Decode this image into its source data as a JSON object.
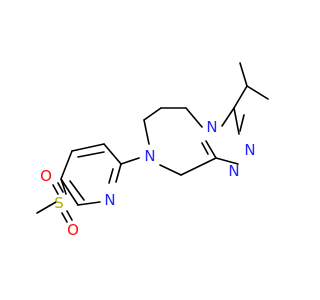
{
  "molecule": {
    "atoms": [
      {
        "name": "atom-n-pyridine",
        "symbol": "N",
        "color": "#2323ff"
      },
      {
        "name": "atom-n-piperazine",
        "symbol": "N",
        "color": "#2323ff"
      },
      {
        "name": "atom-n-triazole-bridge",
        "symbol": "N",
        "color": "#2323ff"
      },
      {
        "name": "atom-n-triazole-upper",
        "symbol": "N",
        "color": "#2323ff"
      },
      {
        "name": "atom-n-triazole-lower",
        "symbol": "N",
        "color": "#2323ff"
      },
      {
        "name": "atom-s-sulfonyl",
        "symbol": "S",
        "color": "#b2b200"
      },
      {
        "name": "atom-o-sulfonyl-top",
        "symbol": "O",
        "color": "#ff0d0d"
      },
      {
        "name": "atom-o-sulfonyl-bottom",
        "symbol": "O",
        "color": "#ff0d0d"
      }
    ],
    "bond_color": "#000000"
  }
}
